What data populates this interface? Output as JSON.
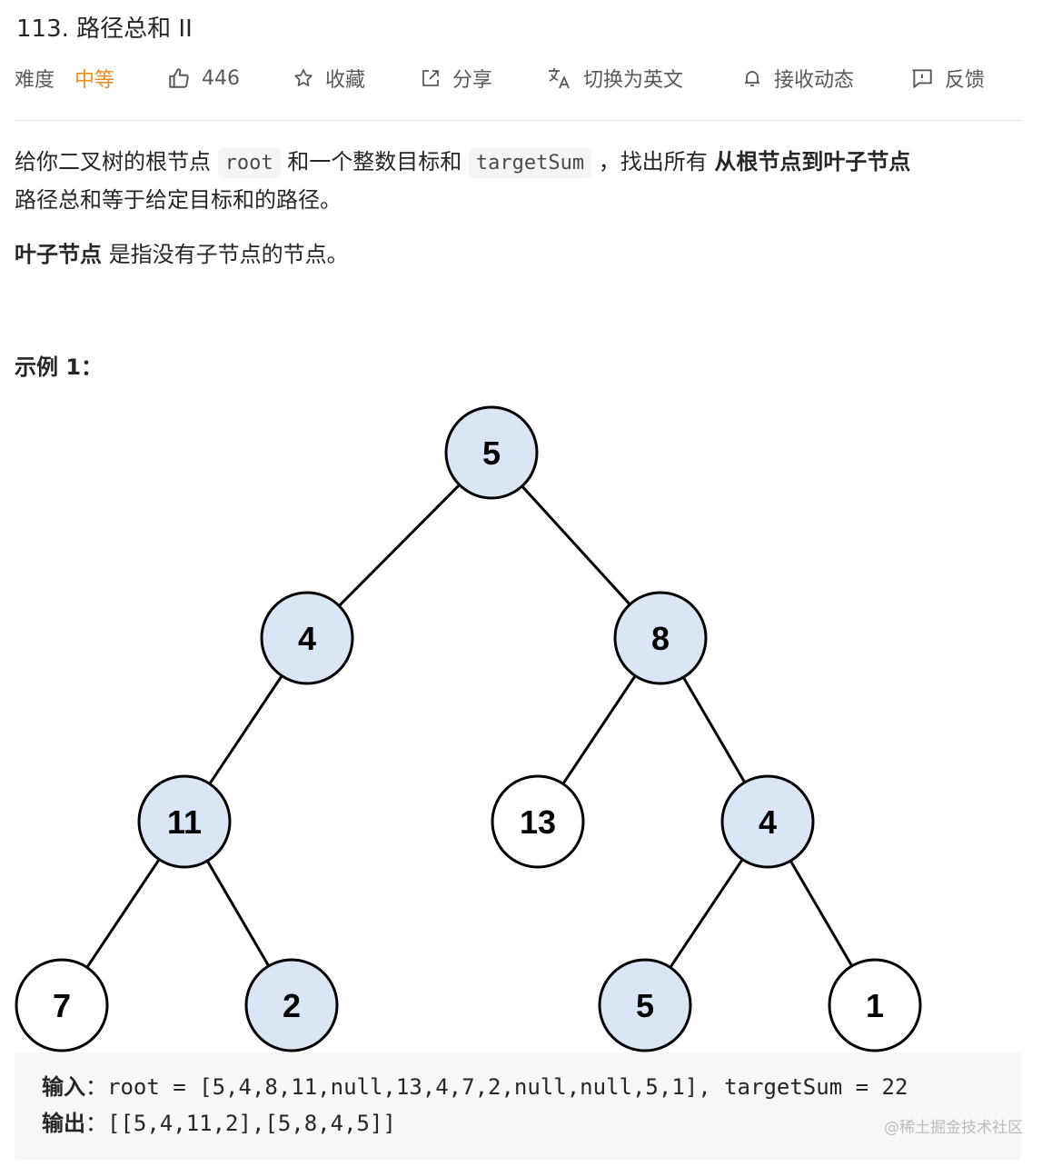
{
  "problem": {
    "title": "113. 路径总和 II"
  },
  "meta": {
    "difficulty_label": "难度",
    "difficulty_value": "中等",
    "likes": "446",
    "favorite_label": "收藏",
    "share_label": "分享",
    "translate_label": "切换为英文",
    "subscribe_label": "接收动态",
    "feedback_label": "反馈",
    "accent_color": "#ef8c1f"
  },
  "description": {
    "line1_a": "给你二叉树的根节点",
    "code_root": "root",
    "line1_b": "和一个整数目标和",
    "code_target": "targetSum",
    "line1_c": "，找出所有",
    "line1_bold": "从根节点到叶子节点",
    "line2": "路径总和等于给定目标和的路径。",
    "leaf_bold": "叶子节点",
    "leaf_rest": "是指没有子节点的节点。"
  },
  "example": {
    "title": "示例 1：",
    "input_label": "输入",
    "input_value": "：root = [5,4,8,11,null,13,4,7,2,null,null,5,1], targetSum = 22",
    "output_label": "输出",
    "output_value": "：[[5,4,11,2],[5,8,4,5]]"
  },
  "tree": {
    "highlight_fill": "#dae5f6",
    "plain_fill": "#ffffff",
    "nodes": [
      {
        "id": "n5",
        "label": "5",
        "highlight": true
      },
      {
        "id": "n4",
        "label": "4",
        "highlight": true
      },
      {
        "id": "n8",
        "label": "8",
        "highlight": true
      },
      {
        "id": "n11",
        "label": "11",
        "highlight": true
      },
      {
        "id": "n13",
        "label": "13",
        "highlight": false
      },
      {
        "id": "n4b",
        "label": "4",
        "highlight": true
      },
      {
        "id": "n7",
        "label": "7",
        "highlight": false
      },
      {
        "id": "n2",
        "label": "2",
        "highlight": true
      },
      {
        "id": "n5b",
        "label": "5",
        "highlight": true
      },
      {
        "id": "n1",
        "label": "1",
        "highlight": false
      }
    ],
    "edges": [
      [
        "n5",
        "n4"
      ],
      [
        "n5",
        "n8"
      ],
      [
        "n4",
        "n11"
      ],
      [
        "n8",
        "n13"
      ],
      [
        "n8",
        "n4b"
      ],
      [
        "n11",
        "n7"
      ],
      [
        "n11",
        "n2"
      ],
      [
        "n4b",
        "n5b"
      ],
      [
        "n4b",
        "n1"
      ]
    ]
  },
  "watermark": "@稀土掘金技术社区"
}
